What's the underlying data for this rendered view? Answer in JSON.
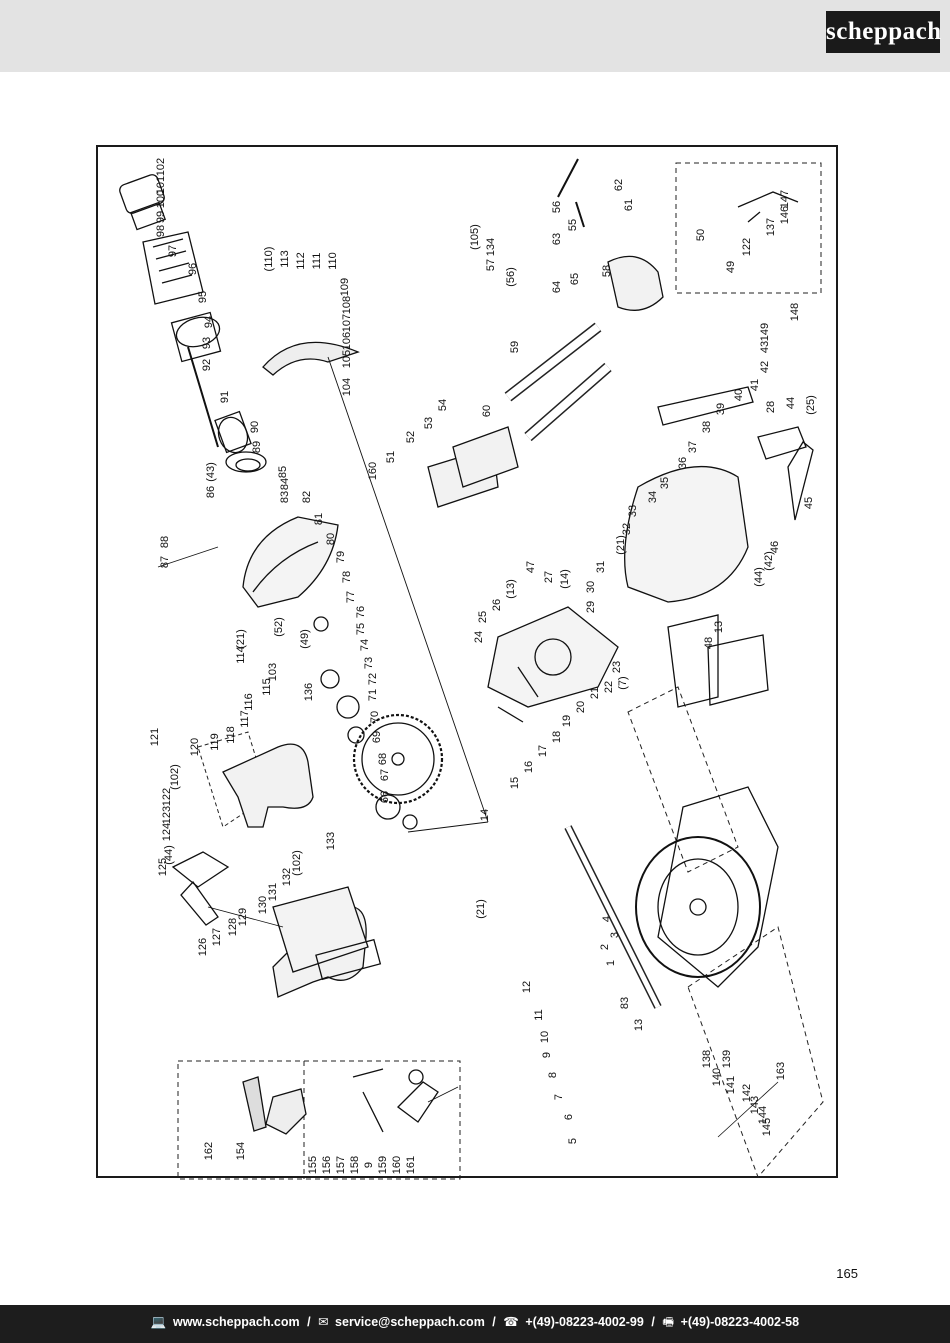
{
  "brand": {
    "logo_text": "scheppach"
  },
  "page_number": "165",
  "footer": {
    "web_icon": "computer-icon",
    "web": "www.scheppach.com",
    "mail_icon": "envelope-icon",
    "email": "service@scheppach.com",
    "phone_icon": "telephone-icon",
    "phone": "+(49)-08223-4002-99",
    "fax_icon": "fax-icon",
    "fax": "+(49)-08223-4002-58",
    "separator": "/"
  },
  "drawing": {
    "part_labels": [
      "102",
      "101",
      "100",
      "99",
      "98",
      "97",
      "96",
      "95",
      "94",
      "93",
      "92",
      "91",
      "90",
      "89",
      "88",
      "87",
      "86",
      "(43)",
      "85",
      "84",
      "83",
      "82",
      "81",
      "80",
      "79",
      "78",
      "77",
      "76",
      "75",
      "74",
      "73",
      "72",
      "71",
      "70",
      "69",
      "68",
      "67",
      "66",
      "(21)",
      "114",
      "(52)",
      "(49)",
      "136",
      "(110)",
      "113",
      "112",
      "111",
      "110",
      "109",
      "108",
      "107",
      "106",
      "105",
      "104",
      "103",
      "115",
      "116",
      "117",
      "118",
      "119",
      "120",
      "121",
      "(102)",
      "122",
      "123",
      "124",
      "(44)",
      "125",
      "126",
      "127",
      "128",
      "129",
      "130",
      "131",
      "132",
      "(102)",
      "133",
      "(105)",
      "134",
      "57",
      "(56)",
      "56",
      "55",
      "63",
      "62",
      "61",
      "64",
      "65",
      "58",
      "59",
      "60",
      "54",
      "53",
      "52",
      "51",
      "160",
      "50",
      "49",
      "122",
      "137",
      "146",
      "147",
      "148",
      "149",
      "43",
      "42",
      "41",
      "40",
      "39",
      "38",
      "37",
      "36",
      "35",
      "34",
      "33",
      "32",
      "(21)",
      "31",
      "30",
      "29",
      "28",
      "44",
      "(25)",
      "45",
      "46",
      "(42)",
      "(44)",
      "47",
      "27",
      "(14)",
      "(13)",
      "26",
      "25",
      "24",
      "(7)",
      "23",
      "22",
      "21",
      "20",
      "19",
      "18",
      "17",
      "16",
      "15",
      "14",
      "13",
      "48",
      "(21)",
      "12",
      "11",
      "10",
      "9",
      "8",
      "7",
      "6",
      "5",
      "4",
      "3",
      "2",
      "1",
      "83",
      "13",
      "138",
      "139",
      "140",
      "141",
      "142",
      "143",
      "144",
      "145",
      "163",
      "162",
      "154",
      "155",
      "156",
      "157",
      "158",
      "9",
      "159",
      "160",
      "161"
    ]
  }
}
